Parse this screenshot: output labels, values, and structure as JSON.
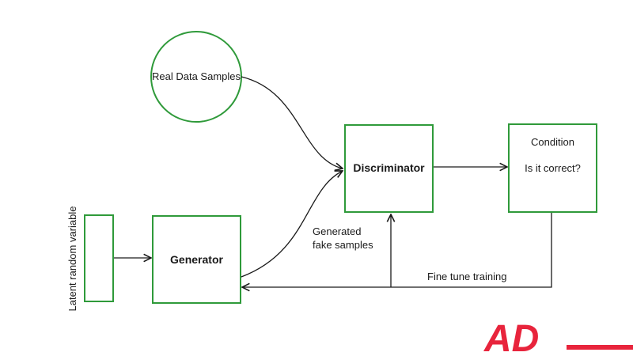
{
  "nodes": {
    "real_data": "Real Data Samples",
    "discriminator": "Discriminator",
    "condition_title": "Condition",
    "condition_question": "Is it correct?",
    "generator": "Generator",
    "latent_label": "Latent random variable"
  },
  "edges": {
    "generated_line1": "Generated",
    "generated_line2": "fake samples",
    "fine_tune": "Fine tune training"
  },
  "logo": {
    "text": "AD"
  },
  "colors": {
    "node_border": "#2f9a3a",
    "edge": "#1a1a1a",
    "logo": "#e8243c"
  }
}
